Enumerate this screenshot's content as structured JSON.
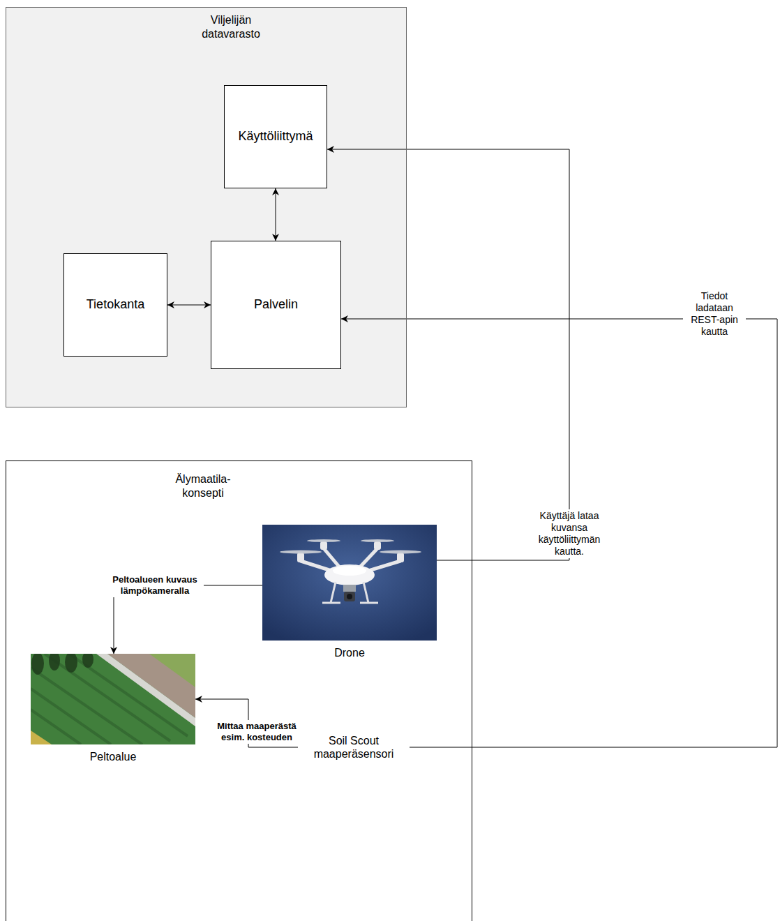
{
  "diagram": {
    "nodes": [
      {
        "text": [
          "Viljelijän datavarasto"
        ]
      },
      {
        "text": [
          "Käyttöliittymä"
        ],
        "in": 0
      },
      {
        "text": [
          "Tietokanta"
        ],
        "in": 0
      },
      {
        "text": [
          "Palvelin"
        ],
        "in": 0
      },
      {
        "text": [
          "Älymaatila-konsepti"
        ]
      },
      {
        "text": [
          "Drone"
        ],
        "in": 4
      },
      {
        "text": [
          "Peltoalue"
        ],
        "in": 4
      },
      {
        "text": [
          "Soil Scout maaperäsensori"
        ],
        "in": 4
      }
    ],
    "edges": [
      {
        "from": 1,
        "to": 3,
        "arrow": "both"
      },
      {
        "from": 2,
        "to": 3,
        "arrow": "both"
      },
      {
        "from": 5,
        "to": 6,
        "label": "Peltoalueen kuvaus lämpökameralla",
        "arrow": "to"
      },
      {
        "from": 7,
        "to": 6,
        "label": "Mittaa maaperästä esim. kosteuden",
        "arrow": "to"
      },
      {
        "from": 5,
        "to": 1,
        "label": "Käyttäjä lataa kuvansa käyttöliittymän kautta.",
        "arrow": "to"
      },
      {
        "from": 7,
        "to": 3,
        "label": "Tiedot ladataan REST-apin kautta",
        "arrow": "to"
      }
    ]
  }
}
